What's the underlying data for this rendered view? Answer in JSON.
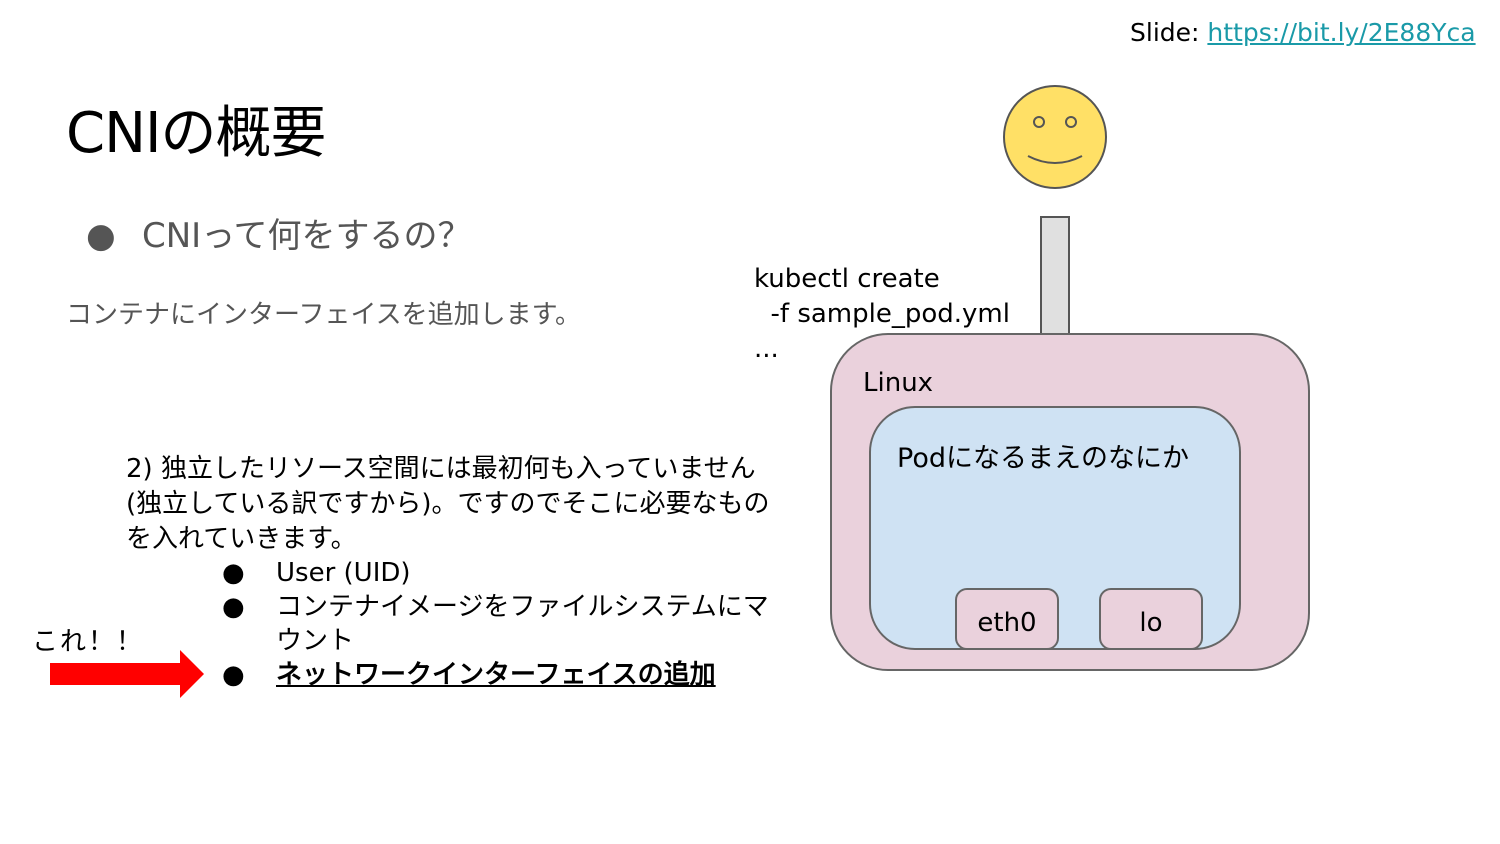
{
  "slide_ref": {
    "label": "Slide: ",
    "url_text": "https://bit.ly/2E88Yca"
  },
  "title": "CNIの概要",
  "bullet": {
    "marker": "●",
    "text": "CNIって何をするの？"
  },
  "subtext": "コンテナにインターフェイスを追加します。",
  "command": "kubectl create\n  -f sample_pod.yml\n...",
  "diagram": {
    "outer_label": "Linux",
    "inner_label": "Podになるまえのなにか",
    "interfaces": [
      "eth0",
      "lo"
    ],
    "colors": {
      "outer": "#ead1dc",
      "inner": "#cfe2f3",
      "face": "#ffe066",
      "arrow": "#e0e0e0",
      "highlight_arrow": "#ff0000"
    }
  },
  "explanation": "2) 独立したリソース空間には最初何も入っていません(独立している訳ですから)。ですのでそこに必要なものを入れていきます。",
  "list_items": [
    {
      "marker": "●",
      "text": "User (UID)"
    },
    {
      "marker": "●",
      "text": "コンテナイメージをファイルシステムにマウント"
    },
    {
      "marker": "●",
      "text": "ネットワークインターフェイスの追加"
    }
  ],
  "callout": "これ！！"
}
